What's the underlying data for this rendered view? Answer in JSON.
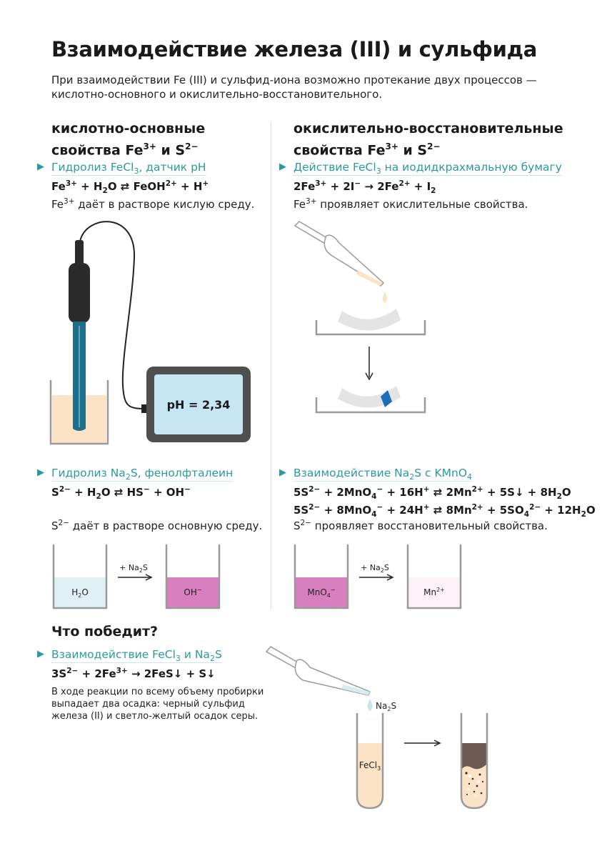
{
  "title": "Взаимодействие железа (III) и сульфида",
  "intro": "При взаимодействии Fe (III) и сульфид-иона возможно протекание двух процессов — кислотно-основного и окислительно-восстановительного.",
  "left": {
    "heading_line1": "кислотно-основные",
    "heading_line2_prefix": "свойства Fe",
    "heading_sup1": "3+",
    "heading_mid": " и S",
    "heading_sup2": "2−",
    "exp1": {
      "link_prefix": "Гидролиз FeCl",
      "link_sub": "3",
      "link_suffix": ", датчик pH",
      "eq_a": "Fe",
      "eq_a_sup": "3+",
      "eq_b": " + H",
      "eq_b_sub": "2",
      "eq_c": "O ⇄ FeOH",
      "eq_c_sup": "2+",
      "eq_d": " + H",
      "eq_d_sup": "+",
      "note_a": "Fe",
      "note_sup": "3+",
      "note_b": " даёт в растворе кислую среду.",
      "ph_label": "pH = 2,34"
    },
    "exp2": {
      "link_prefix": "Гидролиз Na",
      "link_sub": "2",
      "link_suffix": "S, фенолфталеин",
      "eq_a": "S",
      "eq_a_sup": "2−",
      "eq_b": " + H",
      "eq_b_sub": "2",
      "eq_c": "O ⇄ HS",
      "eq_c_sup": "−",
      "eq_d": " + OH",
      "eq_d_sup": "−",
      "note_a": "S",
      "note_sup": "2−",
      "note_b": " даёт в растворе основную среду.",
      "beaker1": "H",
      "beaker1_sub": "2",
      "beaker1_end": "O",
      "arrow_label": "+ Na",
      "arrow_label_sub": "2",
      "arrow_label_end": "S",
      "beaker2": "OH",
      "beaker2_sup": "−"
    }
  },
  "right": {
    "heading_line1": "окислительно-восстановительные",
    "heading_line2_prefix": "свойства Fe",
    "heading_sup1": "3+",
    "heading_mid": " и S",
    "heading_sup2": "2−",
    "exp1": {
      "link_text": "Действие FeCl",
      "link_sub": "3",
      "link_suffix": " на иодидкрахмальную бумагу",
      "eq_a": "2Fe",
      "eq_a_sup": "3+",
      "eq_b": " + 2I",
      "eq_b_sup": "−",
      "eq_c": " → 2Fe",
      "eq_c_sup": "2+",
      "eq_d": " + I",
      "eq_d_sub": "2",
      "note_a": "Fe",
      "note_sup": "3+",
      "note_b": " проявляет окислительные свойства."
    },
    "exp2": {
      "link_prefix": "Взаимодействие Na",
      "link_sub": "2",
      "link_suffix": "S с KMnO",
      "link_sub2": "4",
      "eq1": [
        "5S",
        "2−",
        " + 2MnO",
        "4",
        "−",
        " + 16H",
        "+",
        " ⇄ 2Mn",
        "2+",
        " + 5S↓ + 8H",
        "2",
        "O"
      ],
      "eq2": [
        "5S",
        "2−",
        " + 8MnO",
        "4",
        "−",
        " + 24H",
        "+",
        " ⇄ 8Mn",
        "2+",
        " + 5SO",
        "4",
        "2−",
        " + 12H",
        "2",
        "O"
      ],
      "note_a": "S",
      "note_sup": "2−",
      "note_b": " проявляет восстановительный свойства.",
      "beaker1": "MnO",
      "beaker1_sub": "4",
      "beaker1_sup": "−",
      "arrow_label": "+ Na",
      "arrow_label_sub": "2",
      "arrow_label_end": "S",
      "beaker2": "Mn",
      "beaker2_sup": "2+"
    }
  },
  "bottom": {
    "heading": "Что победит?",
    "link_prefix": "Взаимодействие FeCl",
    "link_sub": "3",
    "link_mid": " и Na",
    "link_sub2": "2",
    "link_suffix": "S",
    "eq": [
      "3S",
      "2−",
      " + 2Fe",
      "3+",
      " → 2FeS↓ + S↓"
    ],
    "note": "В ходе реакции по всему объему пробирки выпадает два осадка: черный сульфид железа (II) и светло-желтый осадок серы.",
    "drop_label": "Na",
    "drop_label_sub": "2",
    "drop_label_end": "S",
    "tube_label": "FeCl",
    "tube_label_sub": "3"
  },
  "colors": {
    "teal": "#2a9aa0",
    "probe": "#1f6f8b",
    "cream": "#fce3c6",
    "screen": "#c6e6f4",
    "pink": "#d880bf",
    "blue_spot": "#1a6fb8"
  }
}
